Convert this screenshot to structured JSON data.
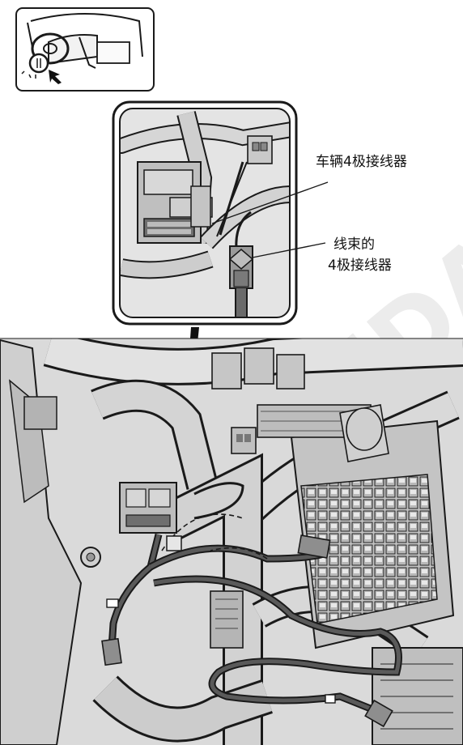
{
  "callouts": {
    "vehicle_connector": "车辆4极接线器",
    "harness_line1": "线束的",
    "harness_line2": "4极接线器"
  },
  "colors": {
    "line": "#1a1a1a",
    "metal_light": "#d9d9d9",
    "metal_mid": "#bdbdbd",
    "metal_dark": "#8a8a8a",
    "harness": "#555555"
  },
  "watermark": "HONDA"
}
